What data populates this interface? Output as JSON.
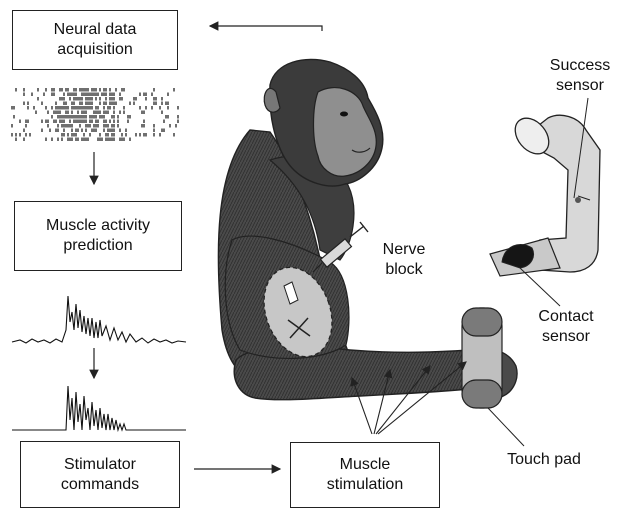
{
  "boxes": {
    "neural": [
      "Neural data",
      "acquisition"
    ],
    "muscle_prediction": [
      "Muscle activity",
      "prediction"
    ],
    "stimulator": [
      "Stimulator",
      "commands"
    ],
    "stimulation": [
      "Muscle",
      "stimulation"
    ]
  },
  "labels": {
    "success_sensor": [
      "Success",
      "sensor"
    ],
    "nerve_block": [
      "Nerve",
      "block"
    ],
    "contact_sensor": [
      "Contact",
      "sensor"
    ],
    "touch_pad": "Touch pad"
  },
  "colors": {
    "line": "#222222",
    "fur_dark": "#3a3a3a",
    "fur_light": "#6a6a6a",
    "face": "#8c8c8c",
    "device": "#d4d4d4"
  }
}
